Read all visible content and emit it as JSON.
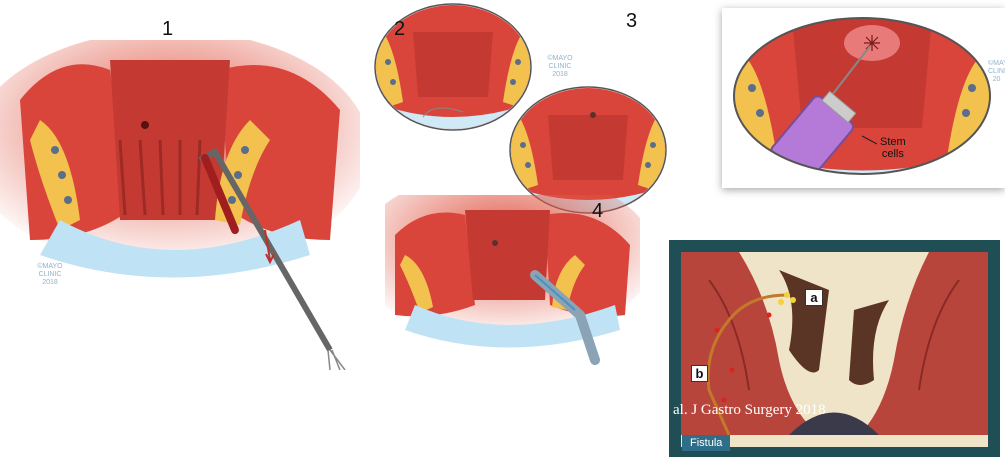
{
  "panel1": {
    "number": "1",
    "watermark": [
      "©MAYO",
      "CLINIC",
      "2018"
    ]
  },
  "panel2": {
    "number": "2",
    "watermark": [
      "©MAYO",
      "CLINIC",
      "2018"
    ]
  },
  "panel3": {
    "number": "3",
    "stem_label": [
      "Stem",
      "cells"
    ],
    "watermark": [
      "©MAYO",
      "CLINIC",
      "20"
    ]
  },
  "panel4": {
    "number": "4"
  },
  "fistula_panel": {
    "label_a": "a",
    "label_b": "b",
    "caption": "al. J Gastro Surgery 2018",
    "tab": "Fistula"
  },
  "colors": {
    "tissue": "#d9453b",
    "tissue_dark": "#b5302b",
    "fat": "#f2c14e",
    "fluid": "#cfe9f7",
    "frame": "#1f4f55",
    "syringe": "#a46bd1"
  }
}
